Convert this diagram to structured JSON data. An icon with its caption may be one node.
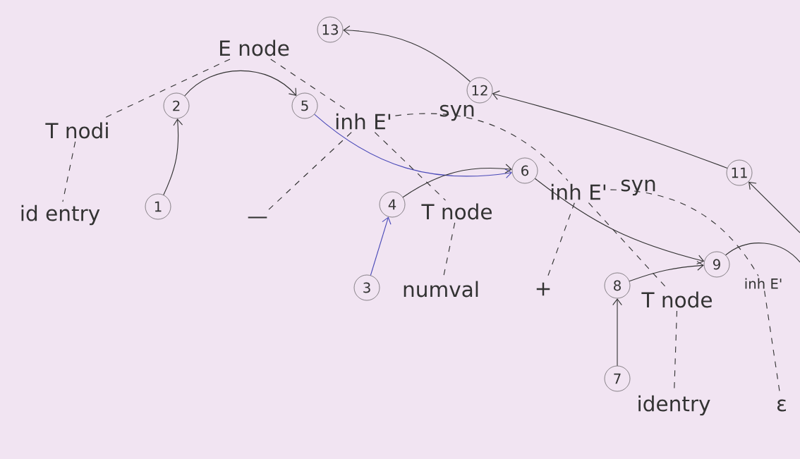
{
  "diagram": {
    "nodes": [
      {
        "text": [
          "13"
        ]
      },
      {
        "text": [
          "E node"
        ]
      },
      {
        "text": [
          "T nodi"
        ]
      },
      {
        "text": [
          "2"
        ]
      },
      {
        "text": [
          "5"
        ]
      },
      {
        "text": [
          "inh E'"
        ]
      },
      {
        "text": [
          "12"
        ]
      },
      {
        "text": [
          "syn"
        ]
      },
      {
        "text": [
          "11"
        ]
      },
      {
        "text": [
          "id entry"
        ]
      },
      {
        "text": [
          "1"
        ]
      },
      {
        "text": [
          "—"
        ]
      },
      {
        "text": [
          "4"
        ]
      },
      {
        "text": [
          "T node"
        ]
      },
      {
        "text": [
          "6"
        ]
      },
      {
        "text": [
          "inh E'"
        ]
      },
      {
        "text": [
          "syn"
        ]
      },
      {
        "text": [
          "3"
        ]
      },
      {
        "text": [
          "numval"
        ]
      },
      {
        "text": [
          "+"
        ]
      },
      {
        "text": [
          "8"
        ]
      },
      {
        "text": [
          "9"
        ]
      },
      {
        "text": [
          "T node"
        ]
      },
      {
        "text": [
          "inh E'"
        ]
      },
      {
        "text": [
          "7"
        ]
      },
      {
        "text": [
          "identry"
        ]
      },
      {
        "text": [
          "ε"
        ]
      }
    ],
    "edges": [
      {
        "from": 10,
        "to": 3,
        "arrow": "to"
      },
      {
        "from": 3,
        "to": 4,
        "arrow": "to"
      },
      {
        "from": 4,
        "to": 14,
        "arrow": "to",
        "color": "#4a4ab8"
      },
      {
        "from": 17,
        "to": 12,
        "arrow": "to",
        "color": "#4a4ab8"
      },
      {
        "from": 12,
        "to": 14,
        "arrow": "to"
      },
      {
        "from": 14,
        "to": 21,
        "arrow": "to"
      },
      {
        "from": 24,
        "to": 20,
        "arrow": "to"
      },
      {
        "from": 20,
        "to": 21,
        "arrow": "to"
      },
      {
        "from": 21,
        "to": null,
        "arrow": "none"
      },
      {
        "from": null,
        "to": 8,
        "arrow": "to"
      },
      {
        "from": 8,
        "to": 6,
        "arrow": "to"
      },
      {
        "from": 6,
        "to": 0,
        "arrow": "to"
      },
      {
        "from": 1,
        "to": 2,
        "arrow": "none",
        "style": "dashed"
      },
      {
        "from": 1,
        "to": 5,
        "arrow": "none",
        "style": "dashed"
      },
      {
        "from": 2,
        "to": 9,
        "arrow": "none",
        "style": "dashed"
      },
      {
        "from": 5,
        "to": 11,
        "arrow": "none",
        "style": "dashed"
      },
      {
        "from": 5,
        "to": 13,
        "arrow": "none",
        "style": "dashed"
      },
      {
        "from": 5,
        "to": 15,
        "arrow": "none",
        "style": "dashed"
      },
      {
        "from": 13,
        "to": 18,
        "arrow": "none",
        "style": "dashed"
      },
      {
        "from": 15,
        "to": 19,
        "arrow": "none",
        "style": "dashed"
      },
      {
        "from": 15,
        "to": 22,
        "arrow": "none",
        "style": "dashed"
      },
      {
        "from": 15,
        "to": 23,
        "arrow": "none",
        "style": "dashed"
      },
      {
        "from": 22,
        "to": 25,
        "arrow": "none",
        "style": "dashed"
      },
      {
        "from": 23,
        "to": 26,
        "arrow": "none",
        "style": "dashed"
      }
    ]
  }
}
